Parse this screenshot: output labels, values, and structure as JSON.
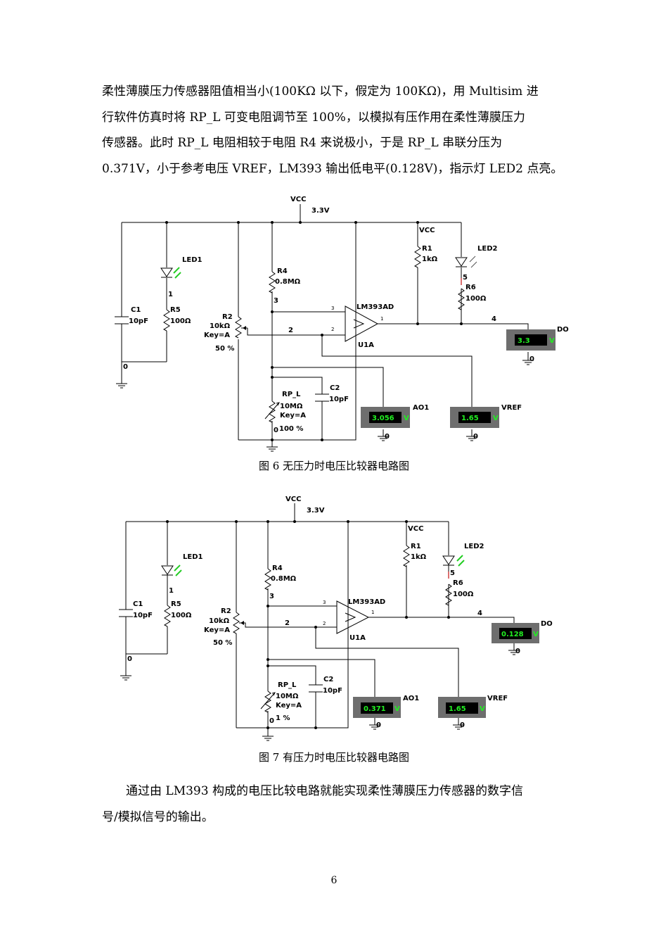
{
  "paragraph1": {
    "lines": [
      "柔性薄膜压力传感器阻值相当小(100KΩ 以下，假定为 100KΩ)，用 Multisim 进",
      "行软件仿真时将 RP_L 可变电阻调节至 100%，以模拟有压作用在柔性薄膜压力",
      "传感器。此时 RP_L 电阻相较于电阻 R4 来说极小，于是 RP_L 串联分压为",
      "0.371V，小于参考电压 VREF，LM393 输出低电平(0.128V)，指示灯 LED2 点亮。"
    ]
  },
  "figure1": {
    "caption": "图 6  无压力时电压比较器电路图",
    "labels": {
      "vcc": "VCC",
      "vcc_val": "3.3V",
      "vcc2": "VCC",
      "led1": "LED1",
      "led2": "LED2",
      "c1": "C1",
      "c1_val": "10pF",
      "c2": "C2",
      "c2_val": "10pF",
      "r1": "R1",
      "r1_val": "1kΩ",
      "r2": "R2",
      "r2_val": "10kΩ",
      "r2_key": "Key=A",
      "r2_pct": "50 %",
      "r4": "R4",
      "r4_val": "0.8MΩ",
      "r5": "R5",
      "r5_val": "100Ω",
      "r6": "R6",
      "r6_val": "100Ω",
      "rpl": "RP_L",
      "rpl_val": "10MΩ",
      "rpl_key": "Key=A",
      "rpl_pct": "100 %",
      "u1": "U1A",
      "ic": "LM393AD",
      "net1": "1",
      "net2": "2",
      "net3": "3",
      "net4": "4",
      "net5": "5",
      "net0a": "0",
      "net0b": "0",
      "pin3": "3",
      "pin2": "2",
      "pin1": "1",
      "do_label": "DO",
      "ao1_label": "AO1",
      "vref_label": "VREF",
      "gnd0": "0"
    },
    "meters": {
      "do": "3.3",
      "ao1": "3.056",
      "vref": "1.65"
    },
    "unit": "V"
  },
  "figure2": {
    "caption": "图 7 有压力时电压比较器电路图",
    "labels": {
      "vcc": "VCC",
      "vcc_val": "3.3V",
      "vcc2": "VCC",
      "led1": "LED1",
      "led2": "LED2",
      "c1": "C1",
      "c1_val": "10pF",
      "c2": "C2",
      "c2_val": "10pF",
      "r1": "R1",
      "r1_val": "1kΩ",
      "r2": "R2",
      "r2_val": "10kΩ",
      "r2_key": "Key=A",
      "r2_pct": "50 %",
      "r4": "R4",
      "r4_val": "0.8MΩ",
      "r5": "R5",
      "r5_val": "100Ω",
      "r6": "R6",
      "r6_val": "100Ω",
      "rpl": "RP_L",
      "rpl_val": "10MΩ",
      "rpl_key": "Key=A",
      "rpl_pct": "1 %",
      "u1": "U1A",
      "ic": "LM393AD",
      "net1": "1",
      "net2": "2",
      "net3": "3",
      "net4": "4",
      "net5": "5",
      "net0a": "0",
      "net0b": "0",
      "pin3": "3",
      "pin2": "2",
      "pin1": "1",
      "do_label": "DO",
      "ao1_label": "AO1",
      "vref_label": "VREF",
      "gnd0": "0"
    },
    "meters": {
      "do": "0.128",
      "ao1": "0.371",
      "vref": "1.65"
    },
    "unit": "V"
  },
  "paragraph2": {
    "lines": [
      "通过由 LM393 构成的电压比较电路就能实现柔性薄膜压力传感器的数字信",
      "号/模拟信号的输出。"
    ]
  },
  "page_number": "6",
  "colors": {
    "meter_body": "#6e6e6e",
    "meter_screen": "#000000",
    "meter_text": "#22ee22",
    "led_arrow": "#22cc22",
    "r6_stub": "#d04040"
  }
}
